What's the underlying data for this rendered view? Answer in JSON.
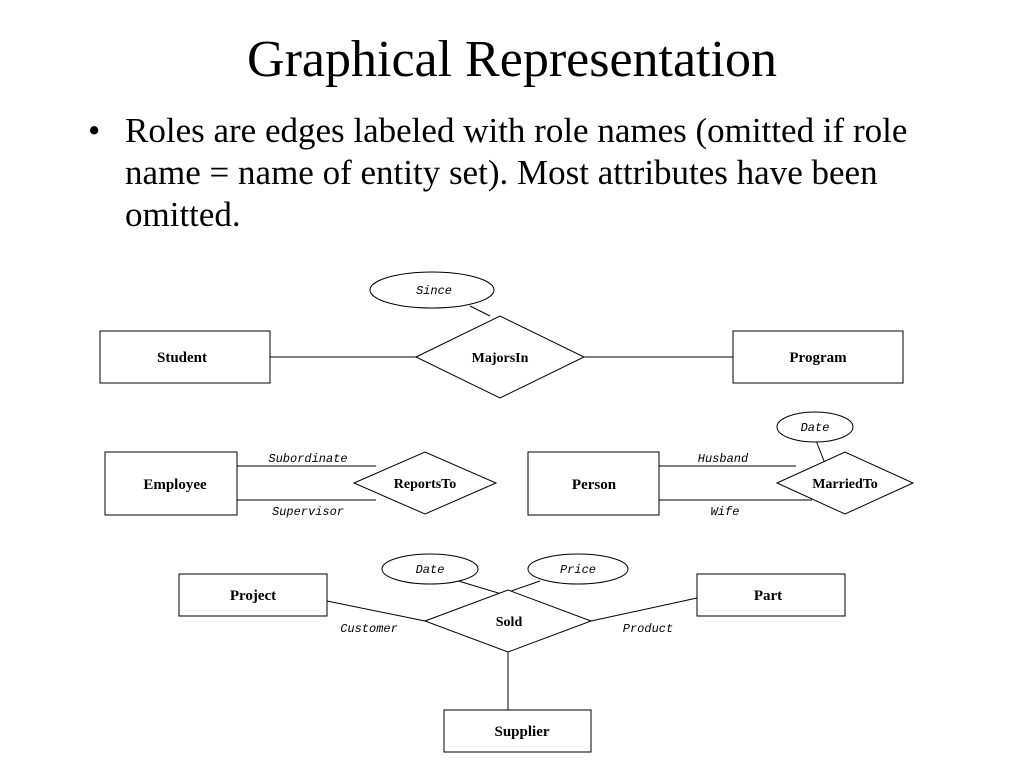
{
  "slide": {
    "title": "Graphical Representation",
    "bullet_marker": "•",
    "bullet_text": "Roles are edges labeled with role names (omitted if role name = name of entity set). Most attributes have been omitted."
  },
  "diagram": {
    "entities": {
      "student": "Student",
      "program": "Program",
      "employee": "Employee",
      "person": "Person",
      "project": "Project",
      "part": "Part",
      "supplier": "Supplier"
    },
    "relationships": {
      "majorsin": "MajorsIn",
      "reportsto": "ReportsTo",
      "marriedto": "MarriedTo",
      "sold": "Sold"
    },
    "attributes": {
      "since": "Since",
      "date_married": "Date",
      "date_sold": "Date",
      "price": "Price"
    },
    "roles": {
      "subordinate": "Subordinate",
      "supervisor": "Supervisor",
      "husband": "Husband",
      "wife": "Wife",
      "customer": "Customer",
      "product": "Product"
    }
  }
}
